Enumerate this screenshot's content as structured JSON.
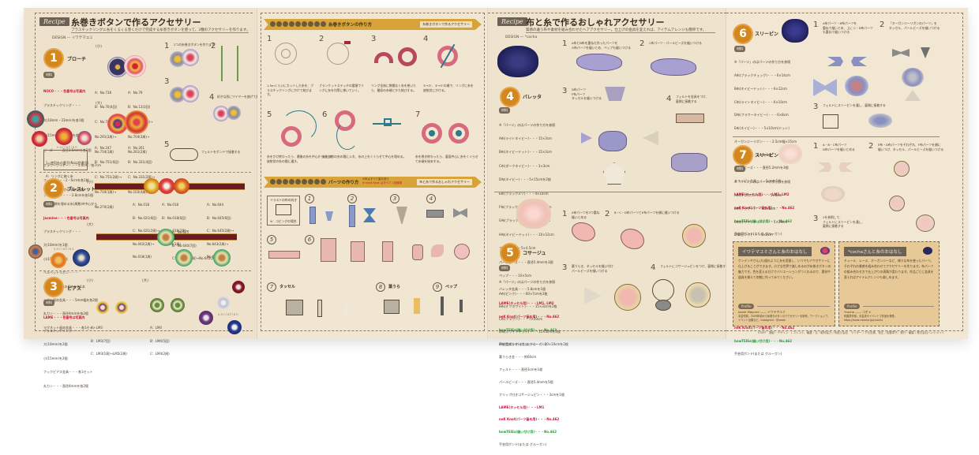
{
  "left_recipe": {
    "flag": "Recipe",
    "title": "糸巻きボタンで作るアクセサリー",
    "subtitle": "プラスチックリングに糸をくるくる巻くだけで完成する糸巻きボタンを使って、3種のアクセサリーを作ります。",
    "design": "DESIGN — イワテマユミ",
    "items": [
      {
        "number": "1",
        "name": "ブローチ",
        "materials_label": "材料",
        "materials": [
          "NOCO・・・色番号は写真内",
          "プラスチックリング・・・",
          "大(18mm・23mm)を各1個",
          "小(15mm・18mm)を各1個",
          "ビーズ・・・直径3.5mmを各2個",
          "フラワーワイヤー・・・5.0cm／各7cm",
          "フェルト・・・2・6cmを各1枚",
          "ブローチピン・・・2.8cmを各1個"
        ],
        "sizes": {
          "small": "(小)",
          "large": "(大)"
        },
        "labels": {
          "bead": "ビーズ",
          "ring_15": "リング15mm",
          "ring_18": "リング18mm",
          "ring_23": "リング23mm"
        },
        "colors_small_a": [
          "A：No.738",
          "B：No.70(4回)",
          "C：No.70(1周)→",
          "No.291(2周)→",
          "No.734(1周)"
        ],
        "colors_small_b": [
          "A：No.79",
          "B：No.13(3回)",
          "C：No.13(2周)→",
          "No.704(3周)→",
          "No.261(2周)"
        ],
        "colors_large_a": [
          "A：No.247",
          "B：No.751(6回)",
          "C：No.751(2周)→",
          "No.734(1周)→",
          "No.270(2周)"
        ],
        "colors_large_b": [
          "A：No.261",
          "B：No.331(4回)",
          "C：No.331(2周)→",
          "No.103(4周)"
        ],
        "legend": [
          "1=使用糸の番号(Noは色番号)",
          "A：リングに巻く糸",
          "B：放射状にかける糸(回数)",
          "C：内側を埋める糸(周数)※中心から"
        ],
        "steps": [
          {
            "n": "1",
            "text": "2つの糸巻きボタンを作ります"
          },
          {
            "n": "2",
            "text": "ビーズ・フラワーワイヤー"
          },
          {
            "n": "3",
            "text": ""
          },
          {
            "n": "4",
            "text": "好きな形にワイヤーを曲げて形を整える"
          },
          {
            "n": "5",
            "text": "フェルトをボンドで接着する"
          }
        ]
      },
      {
        "number": "2",
        "name": "ブレスレット",
        "materials_label": "材料",
        "materials": [
          "Jasmine・・・色番号は写真内",
          "プラスチックリング・・・",
          "大(18mm)を1個",
          "小(15mm)を3個",
          "ベルベットリボン・・・",
          "5mm幅お好みの長さを各1本",
          "リボン留め金具・・・5mm幅を各2個",
          "丸カン・・・直径4mmを各2個",
          "マグネット留め金具・・・各1セット"
        ],
        "labels": {
          "small": "(小)",
          "large": "(大)",
          "magnet": "マグネット留め金具",
          "velvet": "ベルベットリボン 5mm幅",
          "ring_15": "すべてリング15mm",
          "ribbon_end": "リボン留め金具",
          "ring_o": "丸カン",
          "ring_18": "リング18mm"
        },
        "colors_small": [
          [
            "A：No.018",
            "B：No.021(6回)",
            "C：No.021(2周)→",
            "No.042(2周)→",
            "No.018(1周)"
          ],
          [
            "A：No.018",
            "B：No.018(6回)",
            "C：No.018(2周)→",
            "No.044(3周)"
          ],
          [
            "A：No.644",
            "B：No.645(6回)",
            "C：No.645(2周)→",
            "No.643(2周)→",
            "No.623(1周)"
          ]
        ],
        "colors_large": [
          "A：No.625",
          "B：No.640(7回)",
          "C：No.640(4周)→No.645(2周)"
        ]
      },
      {
        "number": "3",
        "name": "ピアス",
        "materials_label": "材料",
        "materials": [
          "LAME・・・色番号は写真内",
          "プラスチックリング・・・",
          "大(18mm)を2個",
          "小(15mm)を2個",
          "フックピアス金具・・・各1セット",
          "丸カン・・・直径4mmを各2個"
        ],
        "labels": {
          "small": "(小)",
          "large": "(大)",
          "hook": "フックピアス金具",
          "ring_o": "丸カン",
          "ring_15": "リング15mm",
          "ring_18": "リング18mm"
        },
        "colors_small": [
          "A：LM3",
          "B：LM3(7回)",
          "C：LM3(1周)→LM5(2周)"
        ],
        "colors_large": [
          "A：LM4",
          "B：LM4(5回)",
          "C：LM4(2周)"
        ]
      }
    ],
    "variation_label": "variation"
  },
  "technique_panel": {
    "section1": {
      "banner_title": "糸巻きボタンの作り方",
      "banner_right": "糸巻きボタンで作るアクセサリー",
      "steps": [
        {
          "n": "1",
          "text": "1.5mくらいにカットした糸を、プラスチックリングにかけて結びます。"
        },
        {
          "n": "2",
          "text": "ブランケットステッチの要領でリングに糸を均等に巻いていく。"
        },
        {
          "n": "3",
          "text": "リング全体に隙間なく糸を巻いたら、最初の糸端とかた結びする。"
        },
        {
          "n": "4",
          "text": "①→①'、②→②'の順で、リングに糸を放射状にかける。"
        },
        {
          "n": "5",
          "text": "糸をかけ終わったら、最後の糸を中心から出して放射状の糸の間に通す。"
        },
        {
          "n": "6",
          "text": "糸を放射の糸の間に入れ、糸の上をくぐらせて中心を埋める。"
        },
        {
          "n": "7",
          "text": "糸を巻き終わったら、裏面中心に糸をくぐらせて糸端を始末する。"
        }
      ]
    },
    "section2": {
      "banner_title": "パーツの作り方",
      "banner_note_1": "※布はすべて裏を使う",
      "banner_note_2": "※ necK Knot はすべて 1回使用",
      "banner_right": "布と糸で作るおしゃれアクセサリー",
      "cloth_note": "イラストの布の向き",
      "cloth_labels": [
        "縦",
        "横",
        "(表す)",
        "※：コピングの場合"
      ],
      "steps": [
        {
          "n": "1",
          "text": "①山つ折りする\n②中心に折る"
        },
        {
          "n": "2",
          "text": "蛇腹に折りたたむ"
        },
        {
          "n": "3",
          "text": "②中心に折る"
        },
        {
          "n": "4",
          "text": "端を少し重ねる"
        },
        {
          "n": "5",
          "text": "①山つ折りする"
        },
        {
          "n": "6",
          "text": "①切り込みを入れる"
        },
        {
          "n": "7",
          "label": "タッセル",
          "text": "①長い方を3mmに切る"
        },
        {
          "n": "8",
          "label": "葉うら",
          "text": "①長く折り曲げる"
        },
        {
          "n": "9",
          "label": "ペップ",
          "text": "中央で折る"
        }
      ],
      "highlight_words": {
        "lame": "LAME",
        "knot": "neK Knot"
      }
    }
  },
  "right_recipe": {
    "flag": "Recipe",
    "title": "布と糸で作るおしゃれアクセサリー",
    "subtitle": "質感の違う布や素材を組み合わせたヘアアクセサリー。仕上げの金具を変えれば、アイテムアレンジも簡単です。",
    "design": "DESIGN — *cocha",
    "items": [
      {
        "number": "4",
        "name": "バレッタ",
        "photo_labels": [
          "大布",
          "タッセル"
        ],
        "materials_label": "材料",
        "materials": [
          "※「パーツ」のはパーツの作り方を参照",
          "A布(ライトネイビー)・・・15×3cm",
          "B布(ネイビードット)・・・15×3cm",
          "C布(ダークネイビー)・・・3×3cm",
          "D布(ネイビー)・・・5×15cmを2枚",
          "E布(ブラックメソ)・・・4×10cm",
          "F布(ブラックドット)・・・5×15cm",
          "G布(ブラックネット)・・・7×7cm",
          "H布(ネイビードット)・・・10×12cm",
          "フェルト・・・5×4.5cm",
          "パールビーズ・・・直径5.4mmを3個",
          "ペップ・・・10×5cm",
          "バレッタ金具・・・5.8cmを1個",
          "LAME(タッセル用)・・・LM1, LM2",
          "neK Knot(パーツ留め用)・・・No.462",
          "bowTEIEs(縫い付け用)・・・No.462",
          "手芸用ボンド(または グルーガン)"
        ],
        "steps": [
          {
            "n": "1",
            "text": "A布とB布を重ねた作ったパーツを\nG布パーツを縫いとめ、ペップも縫いつける"
          },
          {
            "n": "2",
            "text": "C布パーツ・パールビーズを縫いつける"
          },
          {
            "n": "3",
            "text": "D布パーツ\nF布パーツ\nタッセルを縫いつける"
          },
          {
            "n": "4",
            "text": "フェルトを金具をつけ、\n裏側に接着する"
          }
        ]
      },
      {
        "number": "5",
        "name": "コサージュ",
        "photo_labels": [
          "タッセル",
          "葉うら"
        ],
        "materials_label": "材料",
        "materials": [
          "※「パーツ」のはパーツの作り方を参照",
          "A布(ピンク)・・・60×7cmを2枚",
          "B布(オフホワイト)・・・15×3cmを2枚",
          "C布(フラワー)・・・7×10cm",
          "D布(ホワイトドット)・・・15×3cmを2枚",
          "E布(生成りオーガンジー)・・・10×10cmを2枚",
          "葉うらき金・・・約60cm",
          "フェルト・・・直径3cmを1枚",
          "パールビーズ・・・直径5.4mmを5個",
          "クリップ付きコサージュピン・・・3cmを1個",
          "LAME(タッセル用)・・・LM1",
          "neK Knot(パーツ留め用)・・・No.462",
          "bowTEIEs(縫い付け用)・・・No.462",
          "手芸用ボンド(または グルーガン)"
        ],
        "steps": [
          {
            "n": "1",
            "text": "A布パーツを3つ重ね\n縫いとめる"
          },
          {
            "n": "2",
            "text": "B・C・D布パーツとE布パーツを順に縫いつける"
          },
          {
            "n": "3",
            "text": "葉うらき、タッセルを縫い付け\nパールビーズを縫いつける"
          },
          {
            "n": "4",
            "text": "フェルトにコサージュピンをつけ、裏側に接着する"
          }
        ]
      }
    ]
  },
  "far_right": {
    "items": [
      {
        "number": "6",
        "name": "スリーピン",
        "photo_labels": [
          "タッセル"
        ],
        "materials_label": "材料",
        "materials": [
          "※「パーツ」のはパーツの作り方を参照",
          "A布(ブラックチェック)・・・6×14cm",
          "B布(ネイビードット)・・・6×12cm",
          "C布(ライトネイビー)・・・6×10cm",
          "D布(フラワーネイビー)・・・6×8cm",
          "E布(ネイビー)・・・5×10cm(ドット)",
          "オーガンジーリボン・・・2.5cm幅×15cm",
          "フェルト・・・3cmを1枚",
          "パールビーズ・・・直径5.2mmを3個",
          "スリーピン金具・・・5cmを1個",
          "LAME(タッセル用)・・・LM1, LM2",
          "neK Knot(パーツ留め用)・・・No.462",
          "bowTEIEs(縫い付け用)・・・No.462",
          "手芸用ボンド(または グルーガン)"
        ],
        "steps": [
          {
            "n": "1",
            "text": "A布パーツ・B布パーツを\n重ねて縫いとめ、上に C・D布パーツ\nも重ねて縫いつける"
          },
          {
            "n": "2",
            "text": "「オーガンジーリボンのパーツ」を\nタッセル、パールビーズを縫いつける"
          },
          {
            "n": "3",
            "text": "フェルトにスリーピンを通し、裏側に接着する"
          }
        ]
      },
      {
        "number": "7",
        "name": "スリーピン",
        "photo_labels": [
          "タッセル"
        ],
        "materials_label": "材料",
        "materials": [
          "※「パーツ」のはパーツの作り方を参照",
          "A布(オフホワイト)・・・5×8cm",
          "B布(フラワー)・・・5×8cm",
          "C布(ホワイトドット)・・・5×20cm",
          "D布(ピンク)・・・5×8cm",
          "E布(オフホワイト)・・・5×4cmを2枚",
          "F布(生成りオーガンジー)・・・8×12cmを2枚",
          "フェルト・・・3cmを1枚",
          "パールビーズ・・・直径5.2mmを3個",
          "スリーピン金具・・・5cmを1個",
          "LAME(タッセル用)・・・LM1",
          "neK Knot(パーツ留め用)・・・No.462",
          "bowTEIEs(縫い付け用)・・・No.462",
          "手芸用ボンド(または グルーガン)"
        ],
        "steps": [
          {
            "n": "1",
            "text": "A・B・C布パーツ\nD布パーツを縫いとめる"
          },
          {
            "n": "2",
            "text": "E布・D布パーツをそれぞれ、F布パーツを順に\n縫いつけ、タッセル、パールビーズを縫いつける"
          },
          {
            "n": "3",
            "text": "2を参照して、\nフェルトにスリーピンを通し、\n裏側に接着する"
          }
        ]
      }
    ],
    "stories": [
      {
        "title": "イワテマユミさんと糸のおはなし",
        "text": "ケンデンやさん(大)組のように糸を用意し、いつでもアクセサリーに仕上げることができます。小さな世界で楽しめるのが糸巻きボタンの魅力です。色を変えるだけでバリエーションがつくれるので、素材や道具を揃えて気軽に作ってみてください。",
        "profile_label": "Profile",
        "profile_name": "Iwate Mayumi ―― イワテマユミ",
        "profile_text": "手芸作家。2009年頃から糸巻きボタンのアクセサリーを制作。ワークショップ、イベント出展など。Instagram：@iwate"
      },
      {
        "title": "*cochaさんと糸のおはなし",
        "text": "チュール、レース、オーガンジーなど、様々な布を使ったパーツ。それぞれの質感を組み合わせてアクセサリーを作ります。布パーツの組み合わせ方で仕上がりの表情が変わります。作品ごとに金具を変えればアイテムアレンジも楽しめます。",
        "profile_label": "Profile",
        "profile_name": "*cocha ―― コチャ",
        "profile_text": "布雑貨作家。手芸書やイベントで作品を発表。https://www.creema.jp/c/cocha"
      }
    ],
    "footer": "STAFF　撮影・デザイン　/ コトコト、編集・文・取材協力 / 布結び会社　ライター / 下元志美、校正 / 佐藤章子、発行・編集 / 株式会社ハンドメイド"
  },
  "colors": {
    "paper": "#efe4cf",
    "accent_orange": "#d4871c",
    "banner_gold": "#d8a43a",
    "label_dark": "#6b6154",
    "highlight_red": "#d0123a",
    "teal": "#2e7a8a",
    "pink": "#d86a7e",
    "navy": "#2f3566"
  }
}
